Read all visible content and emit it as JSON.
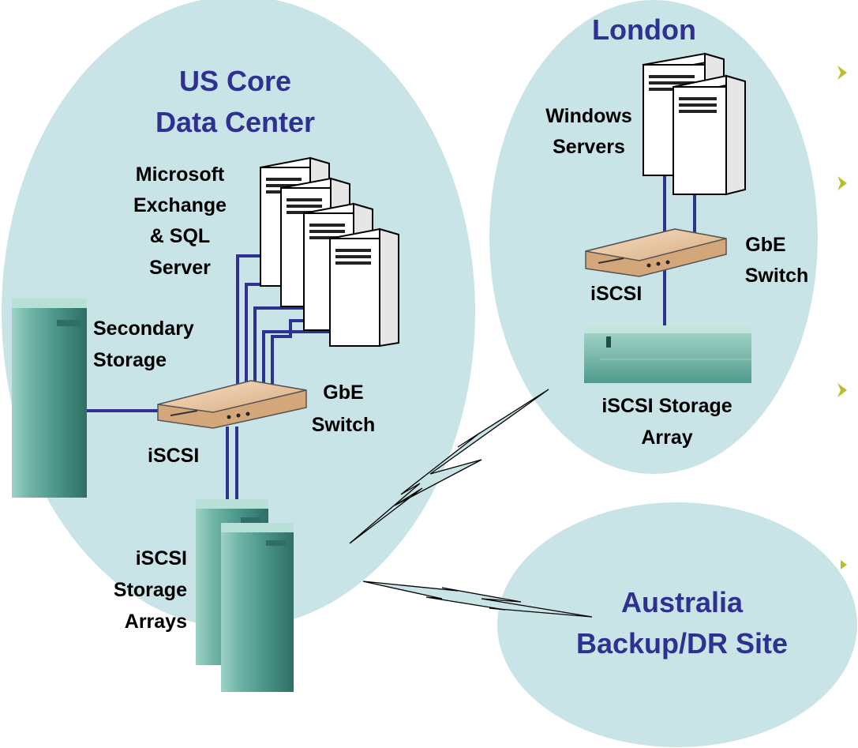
{
  "colors": {
    "region_fill": "#c8e4e6",
    "site_title": "#2e3192",
    "cable": "#2e3192",
    "label": "#000000",
    "bullet": "#b9bf2c",
    "storage": "#5aa598",
    "switch": "#dcb48c"
  },
  "sites": {
    "us": {
      "title_line1": "US Core",
      "title_line2": "Data Center"
    },
    "london": {
      "title": "London"
    },
    "australia": {
      "title_line1": "Australia",
      "title_line2": "Backup/DR Site"
    }
  },
  "labels": {
    "us_servers": [
      "Microsoft",
      "Exchange",
      "& SQL",
      "Server"
    ],
    "secondary_storage": [
      "Secondary",
      "Storage"
    ],
    "us_switch": [
      "GbE",
      "Switch"
    ],
    "us_iscsi": "iSCSI",
    "us_arrays": [
      "iSCSI",
      "Storage",
      "Arrays"
    ],
    "london_servers": [
      "Windows",
      "Servers"
    ],
    "london_switch": [
      "GbE",
      "Switch"
    ],
    "london_iscsi": "iSCSI",
    "london_array": [
      "iSCSI Storage",
      "Array"
    ]
  },
  "icons": {
    "server": "server-tower-icon",
    "switch": "network-switch-icon",
    "storage": "storage-cabinet-icon",
    "wan": "wan-lightning-link-icon",
    "bullet": "bullet-arrow-icon"
  }
}
